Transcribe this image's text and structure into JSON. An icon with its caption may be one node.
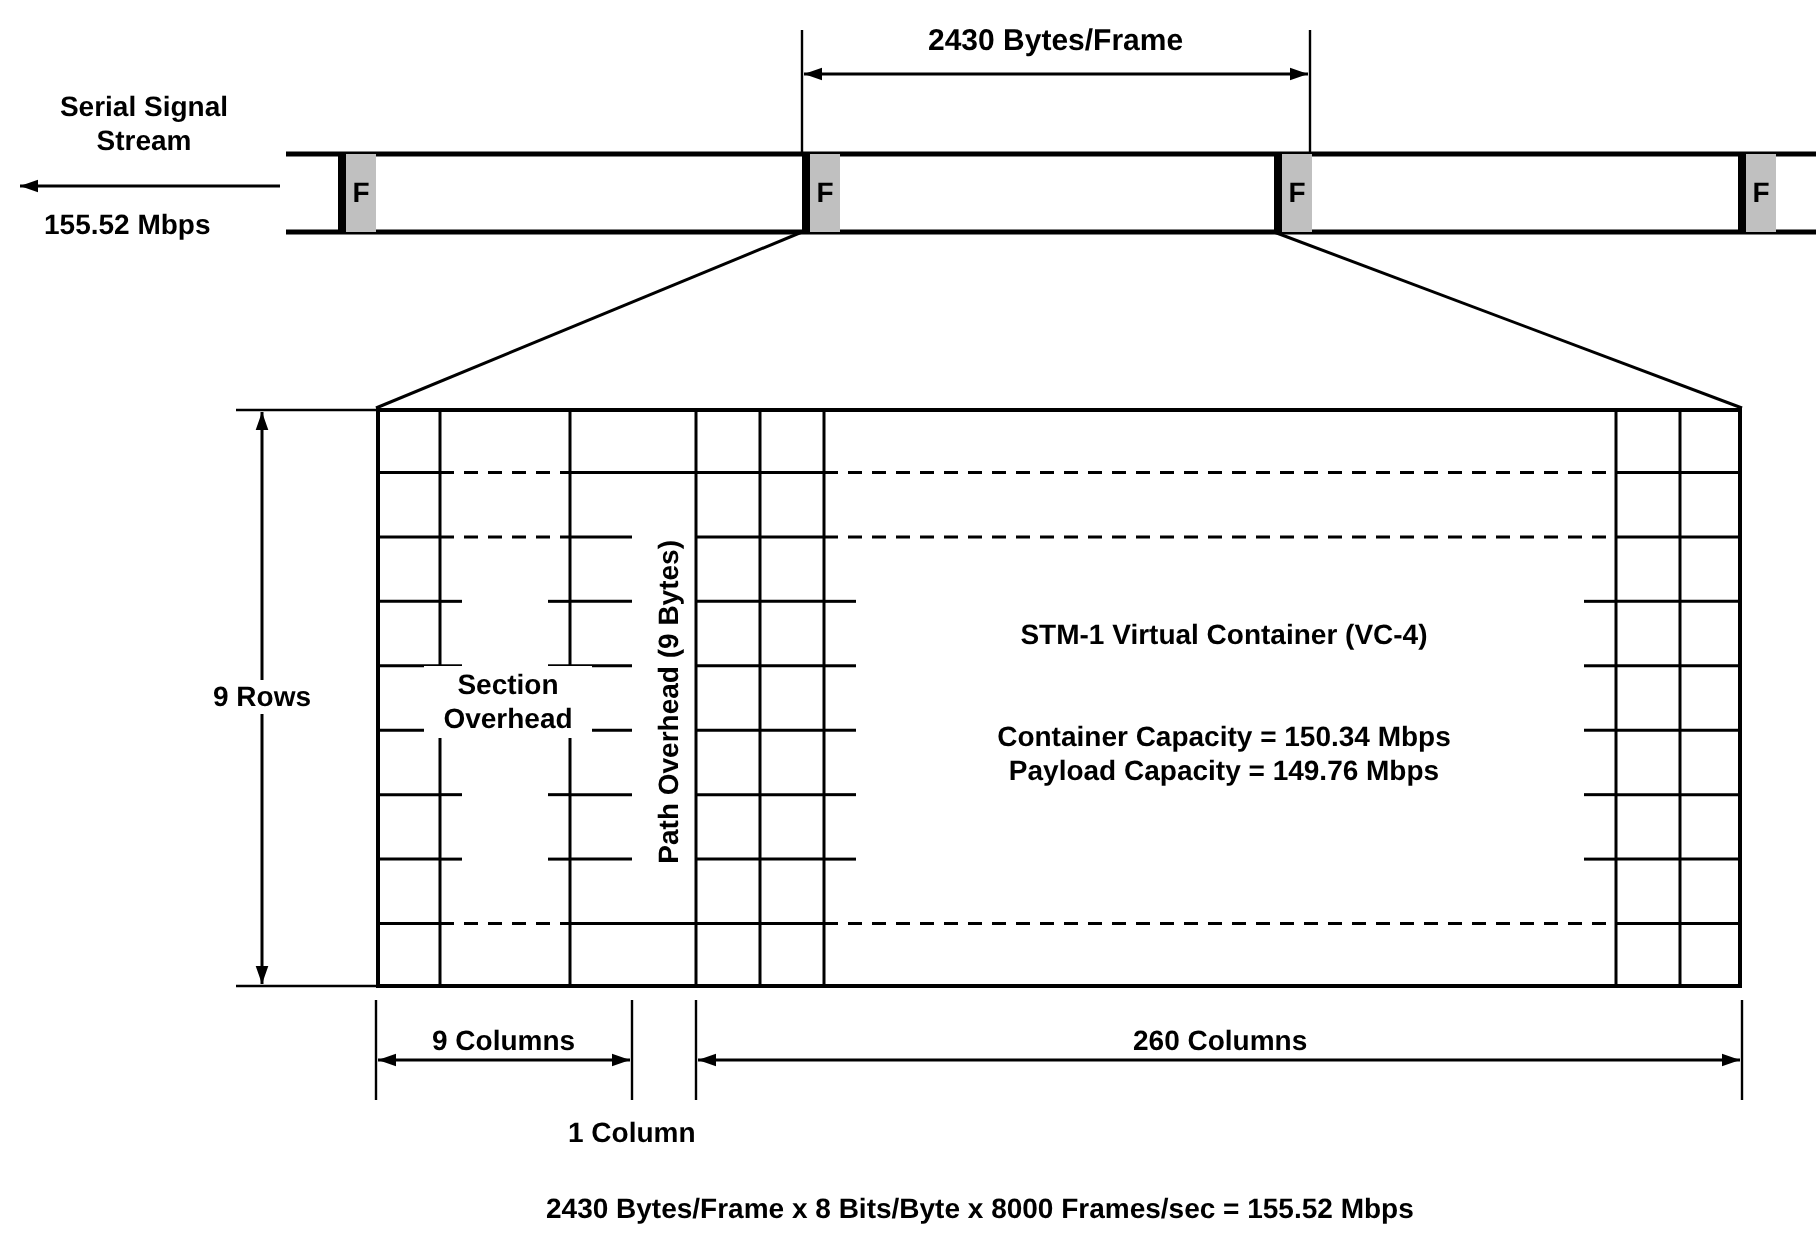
{
  "diagram": {
    "nodes": [
      {
        "text": [
          "F"
        ]
      },
      {
        "text": [
          "F"
        ]
      },
      {
        "text": [
          "F"
        ]
      },
      {
        "text": [
          "F"
        ]
      },
      {
        "text": [],
        "shape": "box"
      },
      {
        "text": [
          "Section Overhead"
        ],
        "in": 4
      },
      {
        "text": [
          "Path Overhead (9 Bytes)"
        ],
        "in": 4
      },
      {
        "text": [
          "STM-1 Virtual Container (VC-4)",
          "Container Capacity = 150.34 Mbps Payload Capacity = 149.76 Mbps"
        ],
        "in": 4
      }
    ],
    "edges": [
      {
        "from": 1,
        "to": 4,
        "arrow": "none"
      },
      {
        "from": 2,
        "to": 4,
        "arrow": "none"
      }
    ],
    "labels": [
      "Serial Signal Stream",
      "155.52 Mbps",
      "2430 Bytes/Frame",
      "9 Rows",
      "9 Columns",
      "260 Columns",
      "1 Column",
      "2430 Bytes/Frame x 8 Bits/Byte x 8000 Frames/sec = 155.52 Mbps"
    ]
  }
}
